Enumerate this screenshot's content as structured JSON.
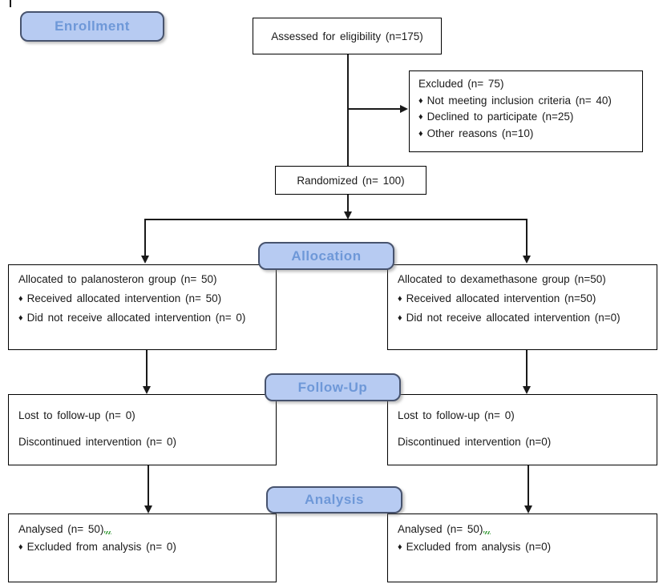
{
  "stage_labels": {
    "enrollment": "Enrollment",
    "allocation": "Allocation",
    "followup": "Follow-Up",
    "analysis": "Analysis"
  },
  "bullet_glyph": "♦",
  "boxes": {
    "assessed": {
      "text": "Assessed for eligibility  (n=175)"
    },
    "excluded": {
      "title": "Excluded (n= 75)",
      "items": [
        "Not meeting inclusion criteria (n= 40)",
        "Declined to participate (n=25)",
        "Other reasons  (n=10)"
      ]
    },
    "randomized": {
      "text": "Randomized (n= 100)"
    },
    "alloc_left": {
      "title": "Allocated to palanosteron group (n= 50)",
      "items": [
        "Received allocated intervention (n= 50)",
        "Did not receive allocated intervention (n= 0)"
      ]
    },
    "alloc_right": {
      "title": "Allocated to dexamethasone group (n=50)",
      "items": [
        "Received allocated intervention (n=50)",
        "Did not receive allocated intervention (n=0)"
      ]
    },
    "followup_left": {
      "lines": [
        "Lost to follow-up (n= 0)",
        "Discontinued intervention  (n= 0)"
      ]
    },
    "followup_right": {
      "lines": [
        "Lost to follow-up (n= 0)",
        "Discontinued intervention  (n=0)"
      ]
    },
    "analysis_left": {
      "title": "Analysed (n= 50)",
      "items": [
        "Excluded from analysis  (n= 0)"
      ]
    },
    "analysis_right": {
      "title": "Analysed (n= 50)",
      "items": [
        "Excluded from analysis  (n=0)"
      ]
    }
  },
  "colors": {
    "stage_fill": "#b7cbf2",
    "stage_border": "#47536e",
    "stage_text": "#6e98d8",
    "box_border": "#000000",
    "line_color": "#1a1a1a",
    "spellcheck_squiggle": "#3e9e3e"
  }
}
